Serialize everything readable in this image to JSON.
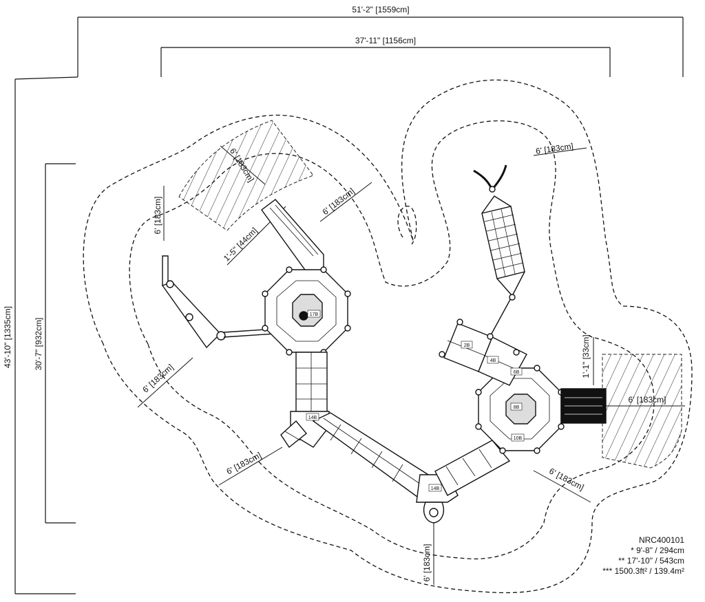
{
  "dimensions": {
    "overall_width": "51'-2\" [1559cm]",
    "inner_width": "37'-11\" [1156cm]",
    "overall_height": "43'-10\" [1335cm]",
    "inner_height": "30'-7\" [932cm]",
    "zone_left_top": "6' [183cm]",
    "zone_slide_diag": "6' [183cm]",
    "zone_slide_top": "6' [183cm]",
    "slide_width": "1'-5\" [44cm]",
    "zone_left_lower": "6' [183cm]",
    "zone_bottom_left": "6' [183cm]",
    "zone_bottom": "6' [183cm]",
    "zone_bottom_right": "6' [183cm]",
    "zone_right": "6' [183cm]",
    "zone_top_right": "6' [183cm]",
    "right_gap": "1'-1\" [33cm]"
  },
  "deck_labels": {
    "d17b": "17B",
    "d2b": "2B",
    "d4b": "4B",
    "d6b": "6B",
    "d8b": "8B",
    "d10b": "10B",
    "d14b_left": "14B",
    "d14b_bottom": "14B"
  },
  "legend": {
    "model": "NRC400101",
    "line1": "* 9'-8\" / 294cm",
    "line2": "** 17'-10\" / 543cm",
    "line3": "*** 1500.3ft² / 139.4m²"
  }
}
